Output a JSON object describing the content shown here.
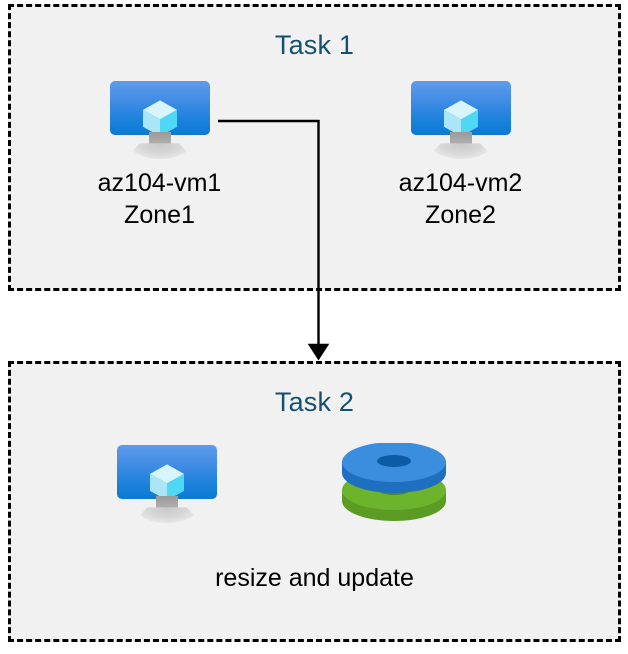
{
  "diagram": {
    "title_color": "#14506f",
    "box_fill": "#f1f1f1",
    "box_border": "#000000",
    "label_color": "#000000",
    "vm_icon_blue": "#1b82dc",
    "disk_blue": "#2f84d5",
    "disk_green": "#6cb42c"
  },
  "task1": {
    "title": "Task 1",
    "nodes": [
      {
        "icon": "virtual-machine-icon",
        "label": "az104-vm1\nZone1",
        "name": "az104-vm1",
        "zone": "Zone1"
      },
      {
        "icon": "virtual-machine-icon",
        "label": "az104-vm2\nZone2",
        "name": "az104-vm2",
        "zone": "Zone2"
      }
    ]
  },
  "task2": {
    "title": "Task 2",
    "icons": [
      {
        "icon": "virtual-machine-icon"
      },
      {
        "icon": "disks-icon"
      }
    ],
    "label": "resize and update"
  },
  "connector": {
    "from": "az104-vm1",
    "to": "Task 2",
    "style": "elbow-arrow"
  }
}
